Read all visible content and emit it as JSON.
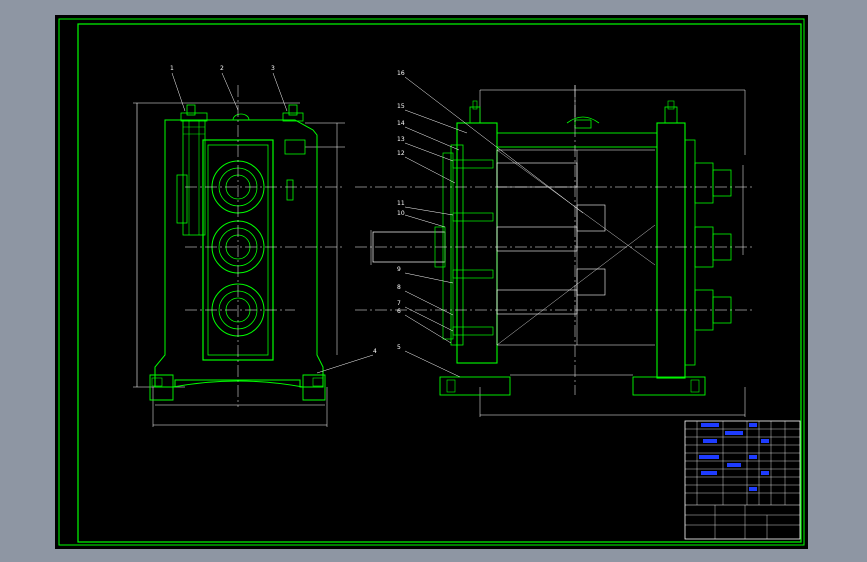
{
  "drawing": {
    "background": "#000000",
    "frame_color": "#00ff00",
    "part_color": "#00ff00",
    "dim_color": "#ffffff",
    "mark_color": "#1e3cff"
  },
  "left_view": {
    "callouts": [
      "1",
      "2",
      "3",
      "4"
    ]
  },
  "right_view": {
    "callouts": [
      "16",
      "15",
      "14",
      "13",
      "12",
      "11",
      "10",
      "9",
      "8",
      "7",
      "6",
      "5"
    ]
  }
}
